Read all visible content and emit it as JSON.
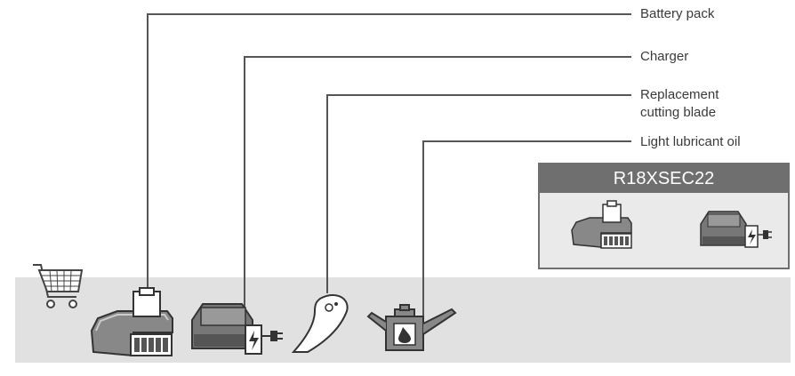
{
  "callouts": [
    {
      "id": "battery",
      "lines": [
        "Battery pack"
      ]
    },
    {
      "id": "charger",
      "lines": [
        "Charger"
      ]
    },
    {
      "id": "blade",
      "lines": [
        "Replacement",
        "cutting blade"
      ]
    },
    {
      "id": "oil",
      "lines": [
        "Light lubricant oil"
      ]
    }
  ],
  "kit": {
    "title": "R18XSEC22",
    "contents": [
      "battery-pack-icon",
      "charger-icon"
    ]
  },
  "icons": [
    "shopping-cart-icon",
    "battery-pack-icon",
    "charger-icon",
    "cutting-blade-icon",
    "oil-can-icon"
  ],
  "colors": {
    "line": "#555555",
    "band": "#e1e1e1",
    "kit_header": "#6f6f6f",
    "icon_fill": "#7a7a7a"
  }
}
